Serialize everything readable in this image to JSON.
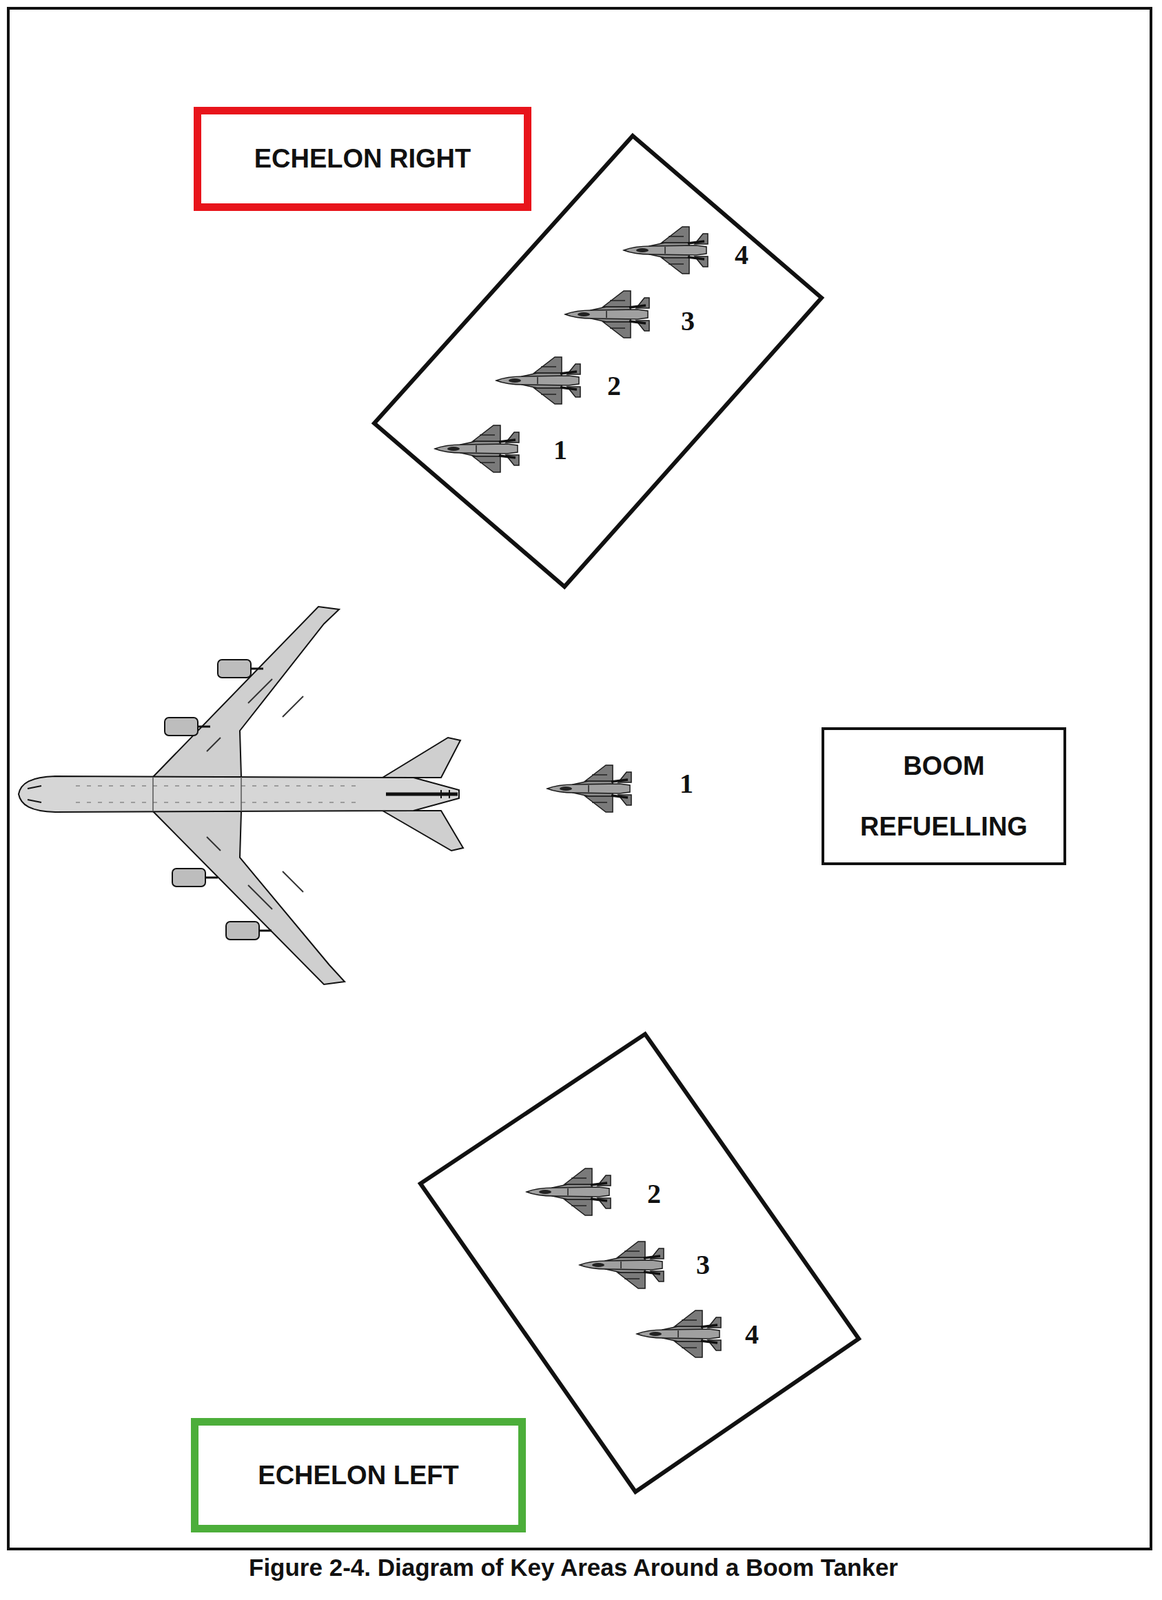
{
  "diagram": {
    "caption": "Figure 2-4. Diagram of Key Areas Around a Boom Tanker",
    "nodes": [
      {
        "text": [
          "ECHELON RIGHT"
        ]
      },
      {
        "text": [
          "4",
          "3",
          "2",
          "1"
        ]
      },
      {
        "text": [
          "BOOM REFUELLING"
        ]
      },
      {
        "text": [
          "2",
          "3",
          "4"
        ]
      },
      {
        "text": [
          "ECHELON LEFT"
        ]
      }
    ],
    "labels": [
      "1"
    ]
  }
}
